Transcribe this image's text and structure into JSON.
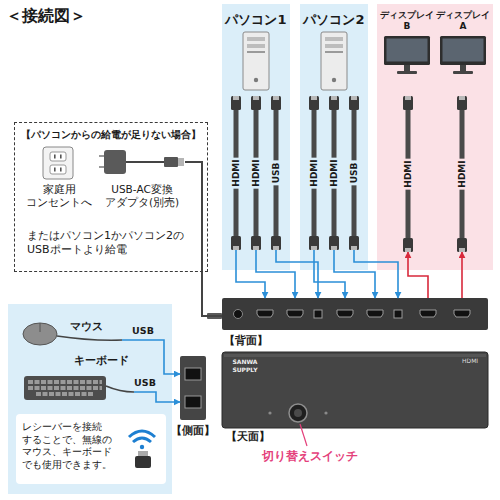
{
  "diagram": {
    "title": "＜接続図＞",
    "nodes": [
      {
        "text": [
          "パソコン1"
        ]
      },
      {
        "text": [
          "パソコン2"
        ]
      },
      {
        "text": [
          "ディスプレイ B"
        ]
      },
      {
        "text": [
          "ディスプレイ A"
        ]
      },
      {
        "text": [
          "【パソコンからの給電が足りない場合】",
          "またはパソコン1かパソコン2の USBポートより給電"
        ]
      },
      {
        "text": [
          "家庭用 コンセントへ"
        ],
        "in": 4
      },
      {
        "text": [
          "USB-AC変換 アダプタ(別売)"
        ],
        "in": 4
      },
      {
        "text": [
          "【背面】"
        ]
      },
      {
        "text": [
          "マウス"
        ]
      },
      {
        "text": [
          "キーボード"
        ]
      },
      {
        "text": [
          "レシーバーを接続 することで、無線の マウス、キーボード でも使用できます。"
        ]
      },
      {
        "text": [
          "【側面】"
        ]
      },
      {
        "text": [
          "【天面】"
        ]
      }
    ],
    "edges": [
      {
        "from": 0,
        "to": 7,
        "label": "HDMI",
        "arrow": "to"
      },
      {
        "from": 0,
        "to": 7,
        "label": "HDMI",
        "arrow": "to"
      },
      {
        "from": 0,
        "to": 7,
        "label": "USB",
        "arrow": "to"
      },
      {
        "from": 1,
        "to": 7,
        "label": "HDMI",
        "arrow": "to"
      },
      {
        "from": 1,
        "to": 7,
        "label": "HDMI",
        "arrow": "to"
      },
      {
        "from": 1,
        "to": 7,
        "label": "USB",
        "arrow": "to"
      },
      {
        "from": 7,
        "to": 2,
        "label": "HDMI",
        "arrow": "to"
      },
      {
        "from": 7,
        "to": 3,
        "label": "HDMI",
        "arrow": "to"
      },
      {
        "from": 6,
        "to": 7,
        "arrow": "none"
      },
      {
        "from": 8,
        "to": 11,
        "label": "USB",
        "arrow": "to"
      },
      {
        "from": 9,
        "to": 11,
        "label": "USB",
        "arrow": "to"
      }
    ],
    "labels": [
      "SANWA SUPPLY",
      "HDMI",
      "切り替えスイッチ"
    ]
  }
}
